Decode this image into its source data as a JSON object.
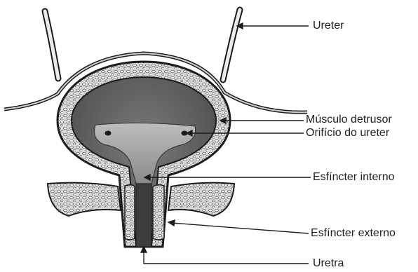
{
  "labels": {
    "ureter": "Ureter",
    "detrusor": "Músculo detrusor",
    "ureter_orifice": "Orifício do ureter",
    "internal_sphincter": "Esfíncter interno",
    "external_sphincter": "Esfíncter externo",
    "urethra": "Uretra"
  },
  "colors": {
    "lumen": "#5e5e5e",
    "wall": "#dcdcdc",
    "outline": "#1c1c1c",
    "trigone": "#a5a5a5",
    "label": "#1f1f1f"
  }
}
